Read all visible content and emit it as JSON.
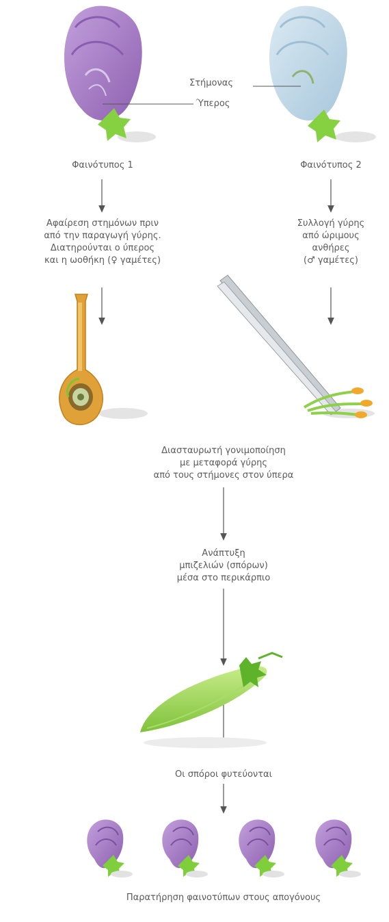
{
  "labels": {
    "stamen": "Στήμονας",
    "pistil": "Ύπερος",
    "phenotype1": "Φαινότυπος 1",
    "phenotype2": "Φαινότυπος 2",
    "left_step": [
      "Αφαίρεση στημόνων πριν",
      "από την παραγωγή γύρης.",
      "Διατηρούνται ο ύπερος",
      "και η ωοθήκη (♀ γαμέτες)"
    ],
    "right_step": [
      "Συλλογή γύρης",
      "από ώριμους",
      "ανθήρες",
      "(♂ γαμέτες)"
    ],
    "cross": [
      "Διασταυρωτή γονιμοποίηση",
      "με μεταφορά γύρης",
      "από τους στήμονες στον ύπερα"
    ],
    "development": [
      "Ανάπτυξη",
      "μπιζελιών (σπόρων)",
      "μέσα στο περικάρπιο"
    ],
    "planting": "Οι σπόροι φυτεύονται",
    "observation": "Παρατήρηση φαινοτύπων στους απογόνους"
  },
  "colors": {
    "purple_flower": "#a57bc6",
    "blue_flower": "#bcd6e6",
    "green": "#8fd14f",
    "arrow": "#555555"
  }
}
